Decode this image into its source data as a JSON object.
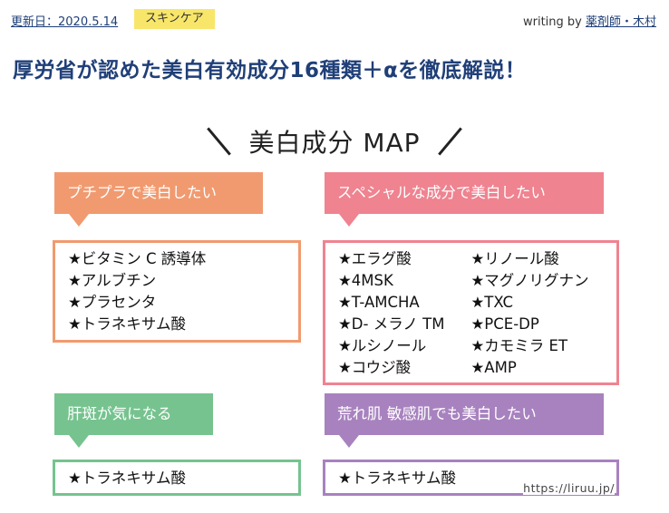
{
  "meta": {
    "updated": "更新日：2020.5.14",
    "category": "スキンケア",
    "byline_prefix": "writing by ",
    "author": "薬剤師・木村"
  },
  "title": "厚労省が認めた美白有効成分16種類＋αを徹底解説！",
  "map": {
    "heading": "美白成分 MAP",
    "url": "https://liruu.jp/",
    "sections": {
      "petit": {
        "label": "プチプラで美白したい",
        "items": [
          "★ビタミン C 誘導体",
          "★アルブチン",
          "★プラセンタ",
          "★トラネキサム酸"
        ]
      },
      "special": {
        "label": "スペシャルな成分で美白したい",
        "col1": [
          "★エラグ酸",
          "★4MSK",
          "★T-AMCHA",
          "★D- メラノ TM",
          "★ルシノール",
          "★コウジ酸"
        ],
        "col2": [
          "★リノール酸",
          "★マグノリグナン",
          "★TXC",
          "★PCE-DP",
          "★カモミラ ET",
          "★AMP"
        ]
      },
      "spots": {
        "label": "肝斑が気になる",
        "items": [
          "★トラネキサム酸"
        ]
      },
      "sensitive": {
        "label": "荒れ肌 敏感肌でも美白したい",
        "items": [
          "★トラネキサム酸"
        ]
      }
    }
  },
  "colors": {
    "orange": "#f19a6f",
    "pink": "#ef8390",
    "green": "#76c38f",
    "purple": "#a882bf",
    "title": "#1f3f78",
    "badge": "#f8e66a"
  }
}
